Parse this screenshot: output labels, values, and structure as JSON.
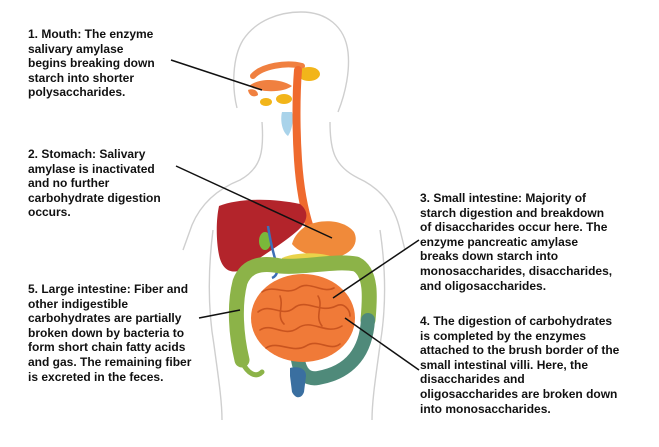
{
  "labels": {
    "mouth": "1. Mouth: The enzyme\nsalivary amylase\nbegins breaking down\nstarch into shorter\npolysaccharides.",
    "stomach": "2. Stomach: Salivary\namylase is inactivated\nand no further\ncarbohydrate digestion\noccurs.",
    "small_intestine": "3. Small intestine: Majority of\nstarch digestion and breakdown\nof disaccharides occur here. The\nenzyme pancreatic amylase\nbreaks down starch into\nmonosaccharides, disaccharides,\nand oligosaccharides.",
    "villi": "4. The digestion of carbohydrates\nis completed by the enzymes\nattached to the brush border of the\nsmall intestinal villi. Here, the\ndisaccharides and\noligosaccharides are broken down\ninto monosaccharides.",
    "large_intestine": "5. Large intestine: Fiber and\nother indigestible\ncarbohydrates are partially\nbroken down by bacteria to\nform short chain fatty acids\nand gas. The remaining fiber\nis excreted in the feces."
  },
  "colors": {
    "body_outline": "#cfcfcf",
    "esophagus": "#ef6a2e",
    "mouth_tissue": "#f08040",
    "salivary_glands": "#f2b51a",
    "liver": "#b3242b",
    "stomach": "#f08a3a",
    "gallbladder": "#7ab83a",
    "pancreas": "#e9d34a",
    "small_intestine": "#f07a38",
    "large_intestine": "#8cb348",
    "colon_descending": "#4f8a7a",
    "rectum": "#3a6fa0",
    "bile_duct": "#3d6fb8",
    "trachea": "#a9d3ea",
    "leader_line": "#111111"
  }
}
